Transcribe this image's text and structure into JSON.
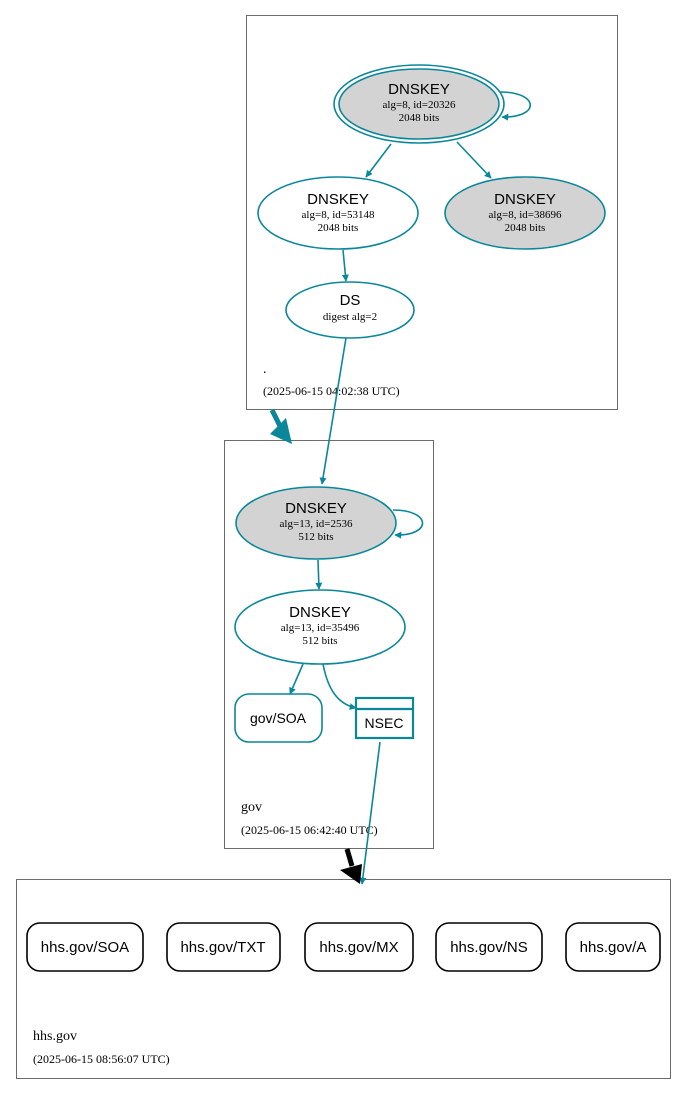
{
  "zones": {
    "root": {
      "name": ".",
      "timestamp": "(2025-06-15 04:02:38 UTC)"
    },
    "gov": {
      "name": "gov",
      "timestamp": "(2025-06-15 06:42:40 UTC)"
    },
    "hhs": {
      "name": "hhs.gov",
      "timestamp": "(2025-06-15 08:56:07 UTC)"
    }
  },
  "nodes": {
    "root_ksk": {
      "title": "DNSKEY",
      "line1": "alg=8, id=20326",
      "line2": "2048 bits"
    },
    "root_zsk": {
      "title": "DNSKEY",
      "line1": "alg=8, id=53148",
      "line2": "2048 bits"
    },
    "root_key3": {
      "title": "DNSKEY",
      "line1": "alg=8, id=38696",
      "line2": "2048 bits"
    },
    "root_ds": {
      "title": "DS",
      "line1": "digest alg=2"
    },
    "gov_ksk": {
      "title": "DNSKEY",
      "line1": "alg=13, id=2536",
      "line2": "512 bits"
    },
    "gov_zsk": {
      "title": "DNSKEY",
      "line1": "alg=13, id=35496",
      "line2": "512 bits"
    },
    "gov_soa": {
      "label": "gov/SOA"
    },
    "gov_nsec": {
      "label": "NSEC"
    },
    "hhs_records": [
      "hhs.gov/SOA",
      "hhs.gov/TXT",
      "hhs.gov/MX",
      "hhs.gov/NS",
      "hhs.gov/A"
    ]
  },
  "colors": {
    "edge": "#0a879a",
    "ksk_fill": "#d3d3d3",
    "zone_border": "#6b6b6b",
    "delegation_root_gov": "#0a879a",
    "delegation_gov_hhs": "#000000"
  }
}
